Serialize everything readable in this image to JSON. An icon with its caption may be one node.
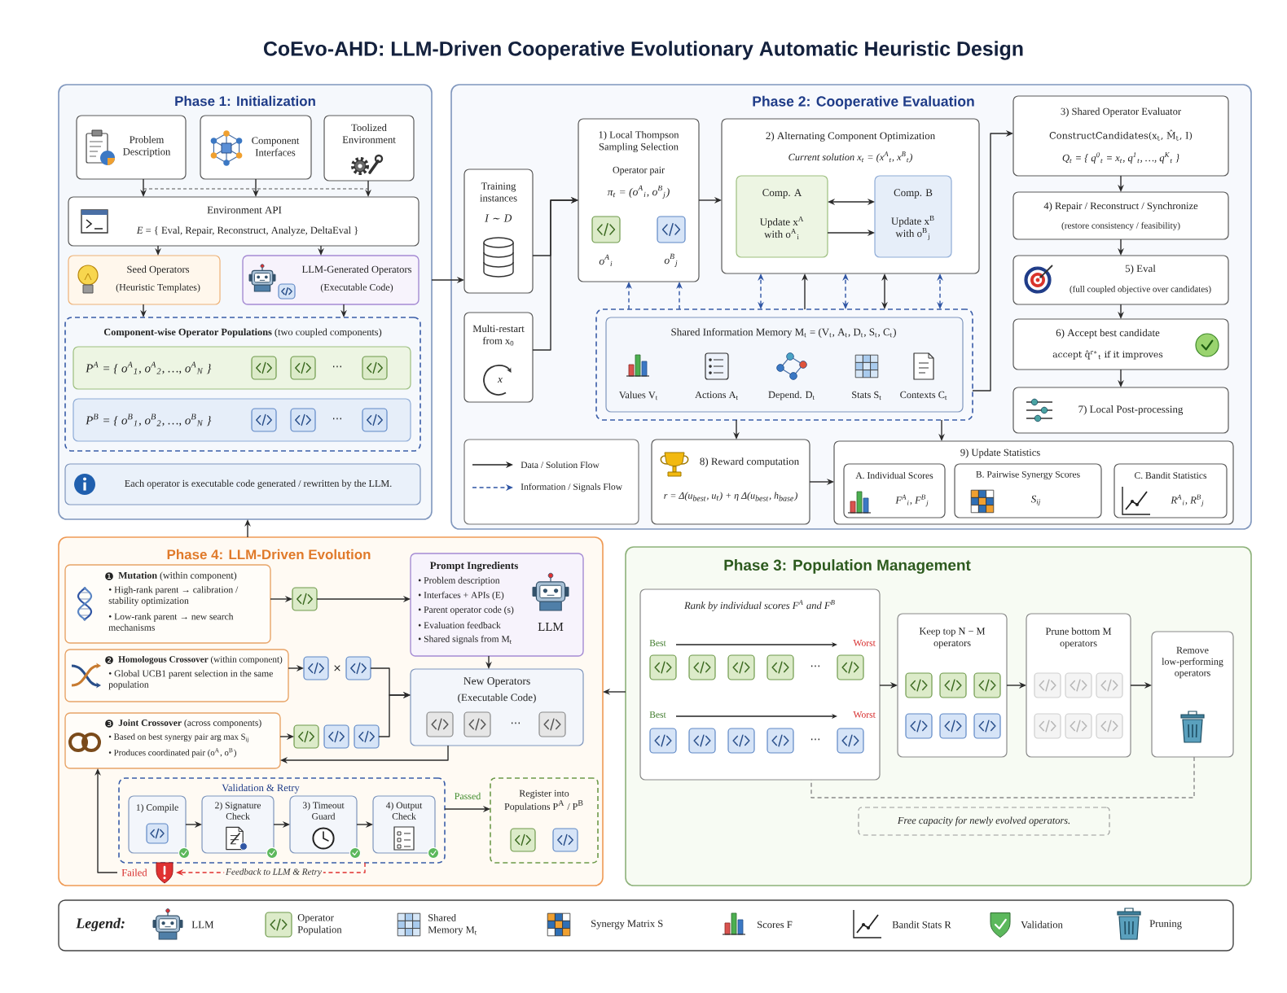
{
  "diagram": {
    "title": "CoEvo-AHD: LLM-Driven Cooperative Evolutionary Automatic Heuristic Design",
    "nodes": [
      {
        "text": [
          "Phase 1: Initialization"
        ]
      },
      {
        "text": [
          "Problem Description"
        ],
        "in": 0
      },
      {
        "text": [
          "Component Interfaces"
        ],
        "in": 0
      },
      {
        "text": [
          "Toolized Environment"
        ],
        "in": 0
      },
      {
        "text": [
          "Environment API",
          "*E* = { Eval, Repair, Reconstruct, Analyze, DeltaEval }"
        ],
        "in": 0
      },
      {
        "text": [
          "Seed Operators",
          "(Heuristic Templates)"
        ],
        "in": 0
      },
      {
        "text": [
          "LLM-Generated Operators",
          "(Executable Code)"
        ],
        "in": 0
      },
      {
        "text": [
          "**Component-wise Operator Populations** (two coupled components)"
        ],
        "in": 0
      },
      {
        "text": [
          "P$^{A}$ = { o$^{A}$$_{1}$, o$^{A}$$_{2}$, …, o$^{A}$$_{N}$ }",
          "⋯"
        ],
        "in": 7
      },
      {
        "text": [
          "P$^{B}$ = { o$^{B}$$_{1}$, o$^{B}$$_{2}$, …, o$^{B}$$_{N}$ }",
          "⋯"
        ],
        "in": 7
      },
      {
        "text": [
          "Each operator is executable code generated / rewritten by the LLM."
        ],
        "in": 0
      },
      {
        "text": [
          "Phase 2: Cooperative Evaluation"
        ]
      },
      {
        "text": [
          "Training instances",
          "I ∼ D"
        ],
        "in": 11
      },
      {
        "text": [
          "Multi-restart from x$_{0}$",
          "x"
        ],
        "in": 11
      },
      {
        "text": [
          "1) Local Thompson Sampling Selection",
          "Operator pair",
          "π$_{t}$ = (o$^{A}$$_{i}$, o$^{B}$$_{j}$)",
          "o$^{A}$$_{i}$",
          "o$^{B}$$_{j}$"
        ],
        "in": 11
      },
      {
        "text": [
          "2) Alternating Component Optimization",
          "Current solution x$_{t}$ = (x$^{A}$$_{t}$, x$^{B}$$_{t}$)"
        ],
        "in": 11
      },
      {
        "text": [
          "Comp. A",
          "Update x$^{A}$ with o$^{A}$$_{i}$"
        ],
        "in": 15
      },
      {
        "text": [
          "Comp. B",
          "Update x$^{B}$ with o$^{B}$$_{j}$"
        ],
        "in": 15
      },
      {
        "text": [
          "Shared Information Memory M$_{t}$ = (V$_{t}$, A$_{t}$, D$_{t}$, S$_{t}$, C$_{t}$)",
          "Values V$_{t}$",
          "Actions A$_{t}$",
          "Depend. D$_{t}$",
          "Stats S$_{t}$",
          "Contexts C$_{t}$"
        ],
        "in": 11
      },
      {
        "text": [
          "8) Reward computation",
          "r = Δ(u$_{best}$, u$_{t}$) + η Δ(u$_{best}$, h$_{base}$)"
        ],
        "in": 11
      },
      {
        "text": [
          "9) Update Statistics"
        ],
        "in": 11
      },
      {
        "text": [
          "A. Individual Scores",
          "F$^{A}$$_{i}$, F$^{B}$$_{j}$"
        ],
        "in": 20
      },
      {
        "text": [
          "B. Pairwise Synergy Scores",
          "S$_{ij}$"
        ],
        "in": 20
      },
      {
        "text": [
          "C. Bandit Statistics",
          "R$^{A}$$_{i}$, R$^{B}$$_{j}$"
        ],
        "in": 20
      },
      {
        "text": [
          "3) Shared Operator Evaluator",
          "ConstructCandidates(x$_{t}$, M̂$_{t}$, I)",
          "Q$_{t}$ = { q$^{0}$$_{t}$ = x$_{t}$, q$^{1}$$_{t}$, …, q$^{K}$$_{t}$ }"
        ],
        "in": 11
      },
      {
        "text": [
          "4) Repair / Reconstruct / Synchronize",
          "(restore consistency / feasibility)"
        ],
        "in": 11
      },
      {
        "text": [
          "5) Eval",
          "(full coupled objective over candidates)"
        ],
        "in": 11
      },
      {
        "text": [
          "6) Accept best candidate",
          "accept q̂$^{r∗}$$_{t}$ if it improves"
        ],
        "in": 11
      },
      {
        "text": [
          "7) Local Post-processing"
        ],
        "in": 11
      },
      {
        "text": [
          "Phase 4: LLM-Driven Evolution"
        ]
      },
      {
        "text": [
          "❶",
          "**Mutation** (within component)",
          "• High-rank parent → calibration / stability optimization",
          "• Low-rank parent → new search mechanisms"
        ],
        "in": 29
      },
      {
        "text": [
          "❷",
          "**Homologous Crossover** (within component)",
          "• Global UCB1 parent selection in the same population"
        ],
        "in": 29
      },
      {
        "text": [
          "❸",
          "**Joint Crossover** (across components)",
          "• Based on best synergy pair arg max S$_{ij}$",
          "• Produces coordinated pair (o$^{A}$, o$^{B}$)"
        ],
        "in": 29
      },
      {
        "text": [],
        "shape": "picture",
        "in": 29
      },
      {
        "text": [
          "×"
        ],
        "in": 29
      },
      {
        "text": [],
        "shape": "picture",
        "in": 29
      },
      {
        "text": [
          "Prompt Ingredients",
          "• Problem description",
          "• Interfaces + APIs (E)",
          "• Parent operator code (s)",
          "• Evaluation feedback",
          "• Shared signals from M$_{t}$",
          "LLM"
        ],
        "in": 29
      },
      {
        "text": [
          "New Operators",
          "(Executable Code)",
          "⋯"
        ],
        "in": 29
      },
      {
        "text": [
          "Validation & Retry"
        ],
        "in": 29
      },
      {
        "text": [
          "1) Compile"
        ],
        "in": 38
      },
      {
        "text": [
          "2) Signature Check"
        ],
        "in": 38
      },
      {
        "text": [
          "3) Timeout Guard"
        ],
        "in": 38
      },
      {
        "text": [
          "4) Output Check"
        ],
        "in": 38
      },
      {
        "text": [
          "Register into Populations P$^{A}$ / P$^{B}$"
        ],
        "in": 29
      },
      {
        "text": [
          "Failed"
        ],
        "in": 29
      },
      {
        "text": [
          "Phase 3: Population Management"
        ]
      },
      {
        "text": [
          "Rank by individual scores F$^{A}$ and F$^{B}$",
          "Best",
          "Worst",
          "⋯",
          "Best",
          "Worst",
          "⋯"
        ],
        "in": 45
      },
      {
        "text": [
          "Keep top N − M operators"
        ],
        "in": 45
      },
      {
        "text": [
          "Prune bottom M operators"
        ],
        "in": 45
      },
      {
        "text": [
          "Remove low-performing operators"
        ],
        "in": 45
      },
      {
        "text": [
          "Free capacity for newly evolved operators."
        ],
        "in": 45
      }
    ],
    "edges": [
      {
        "from": 1,
        "to": 4,
        "arrow": "to"
      },
      {
        "from": 2,
        "to": 4,
        "arrow": "to"
      },
      {
        "from": 3,
        "to": 4,
        "arrow": "to"
      },
      {
        "from": 4,
        "to": 5,
        "arrow": "to"
      },
      {
        "from": 4,
        "to": 6,
        "arrow": "to"
      },
      {
        "from": 5,
        "to": 7,
        "arrow": "to"
      },
      {
        "from": 6,
        "to": 7,
        "arrow": "to"
      },
      {
        "from": 0,
        "to": 12,
        "arrow": "to"
      },
      {
        "from": 12,
        "to": 14,
        "arrow": "to"
      },
      {
        "from": 13,
        "to": 14,
        "arrow": "to"
      },
      {
        "from": 14,
        "to": 15,
        "arrow": "to"
      },
      {
        "from": 16,
        "to": 17,
        "arrow": "both"
      },
      {
        "from": 16,
        "to": 17,
        "arrow": "to"
      },
      {
        "from": 18,
        "to": 14,
        "arrow": "to",
        "style": "dashed",
        "color": "#2f55a4"
      },
      {
        "from": 18,
        "to": 14,
        "arrow": "to",
        "style": "dashed",
        "color": "#2f55a4"
      },
      {
        "from": 18,
        "to": 15,
        "arrow": "both",
        "style": "dashed",
        "color": "#2f55a4"
      },
      {
        "from": 18,
        "to": 15,
        "arrow": "to"
      },
      {
        "from": 18,
        "to": 15,
        "arrow": "both",
        "style": "dashed",
        "color": "#2f55a4"
      },
      {
        "from": 18,
        "to": 15,
        "arrow": "both"
      },
      {
        "from": 18,
        "to": 15,
        "arrow": "both",
        "style": "dashed",
        "color": "#2f55a4"
      },
      {
        "from": 18,
        "to": 24,
        "arrow": "to"
      },
      {
        "from": 18,
        "to": 19,
        "arrow": "to"
      },
      {
        "from": 18,
        "to": 20,
        "arrow": "to"
      },
      {
        "from": 19,
        "to": 20,
        "arrow": "to"
      },
      {
        "from": 24,
        "to": 25,
        "arrow": "to"
      },
      {
        "from": 25,
        "to": 26,
        "arrow": "to"
      },
      {
        "from": 26,
        "to": 27,
        "arrow": "to"
      },
      {
        "from": 27,
        "to": 28,
        "arrow": "to"
      },
      {
        "from": 29,
        "to": 0,
        "arrow": "to"
      },
      {
        "from": 45,
        "to": 29,
        "arrow": "to"
      },
      {
        "from": 30,
        "to": 33,
        "arrow": "to"
      },
      {
        "from": 33,
        "to": 36,
        "arrow": "to"
      },
      {
        "from": 31,
        "to": 34,
        "arrow": "to"
      },
      {
        "from": 34,
        "to": 37,
        "arrow": "to"
      },
      {
        "from": 32,
        "to": 35,
        "arrow": "to"
      },
      {
        "from": 35,
        "to": 37,
        "arrow": "to"
      },
      {
        "from": 36,
        "to": 37,
        "arrow": "to"
      },
      {
        "from": 37,
        "to": 32,
        "arrow": "to"
      },
      {
        "from": 39,
        "to": 40,
        "arrow": "to"
      },
      {
        "from": 40,
        "to": 41,
        "arrow": "to"
      },
      {
        "from": 41,
        "to": 42,
        "arrow": "to"
      },
      {
        "from": 38,
        "to": 43,
        "arrow": "to",
        "label": "Passed"
      },
      {
        "from": 38,
        "to": 44,
        "arrow": "to",
        "label": "Feedback to LLM & Retry",
        "style": "dashed",
        "color": "#e03131"
      },
      {
        "from": 44,
        "to": 32,
        "arrow": "to"
      },
      {
        "from": 46,
        "to": 47,
        "arrow": "to"
      },
      {
        "from": 47,
        "to": 48,
        "arrow": "to"
      },
      {
        "from": 48,
        "to": 49,
        "arrow": "to"
      },
      {
        "from": 49,
        "to": 46,
        "arrow": "none",
        "style": "dashed",
        "color": "#8a8a8a"
      }
    ],
    "labels": [
      "Legend:"
    ],
    "legend": [
      {
        "text": "Data / Solution Flow"
      },
      {
        "text": "Information / Signals Flow"
      },
      {
        "text": "LLM"
      },
      {
        "text": "Operator Population"
      },
      {
        "text": "Shared Memory M$_{t}$"
      },
      {
        "text": "Synergy Matrix S"
      },
      {
        "text": "Scores F"
      },
      {
        "text": "Bandit Stats R"
      },
      {
        "text": "Validation"
      },
      {
        "text": "Pruning"
      }
    ]
  }
}
